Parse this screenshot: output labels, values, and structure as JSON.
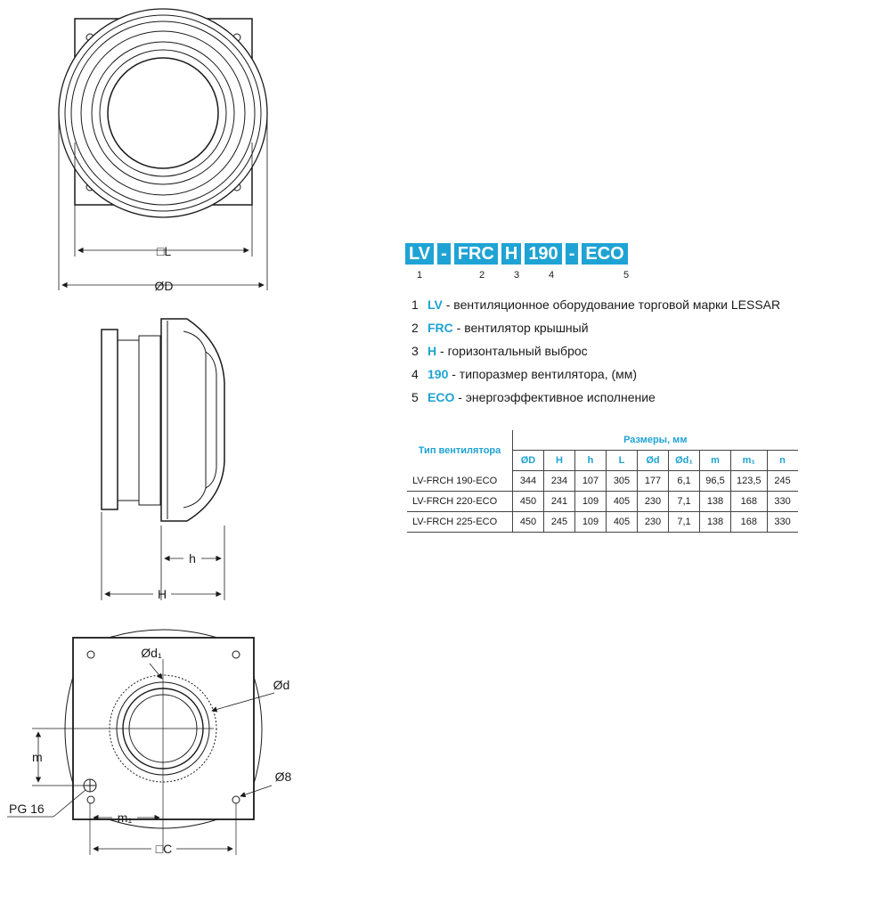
{
  "drawing_labels": {
    "L": "□L",
    "D": "ØD",
    "h": "h",
    "H": "H",
    "d1": "Ød₁",
    "d": "Ød",
    "m": "m",
    "o8": "Ø8",
    "pg16": "PG 16",
    "m1": "m₁",
    "C": "□C"
  },
  "code": {
    "boxes": [
      "LV",
      "-",
      "FRC",
      "H",
      "190",
      "-",
      "ECO"
    ],
    "indices": [
      "1",
      "2",
      "3",
      "4",
      "5"
    ]
  },
  "legend": [
    {
      "num": "1",
      "code": "LV",
      "text": " - вентиляционное оборудование торговой марки LESSAR"
    },
    {
      "num": "2",
      "code": "FRC",
      "text": " - вентилятор крышный"
    },
    {
      "num": "3",
      "code": "H",
      "text": " - горизонтальный выброс"
    },
    {
      "num": "4",
      "code": "190",
      "text": " - типоразмер вентилятора, (мм)"
    },
    {
      "num": "5",
      "code": "ECO",
      "text": " - энергоэффективное исполнение"
    }
  ],
  "table": {
    "type_header": "Тип вентилятора",
    "group_header": "Размеры, мм",
    "columns": [
      "ØD",
      "H",
      "h",
      "L",
      "Ød",
      "Ød₁",
      "m",
      "m₁",
      "n"
    ],
    "rows": [
      [
        "LV-FRCH 190-ECO",
        "344",
        "234",
        "107",
        "305",
        "177",
        "6,1",
        "96,5",
        "123,5",
        "245"
      ],
      [
        "LV-FRCH 220-ECO",
        "450",
        "241",
        "109",
        "405",
        "230",
        "7,1",
        "138",
        "168",
        "330"
      ],
      [
        "LV-FRCH 225-ECO",
        "450",
        "245",
        "109",
        "405",
        "230",
        "7,1",
        "138",
        "168",
        "330"
      ]
    ]
  }
}
